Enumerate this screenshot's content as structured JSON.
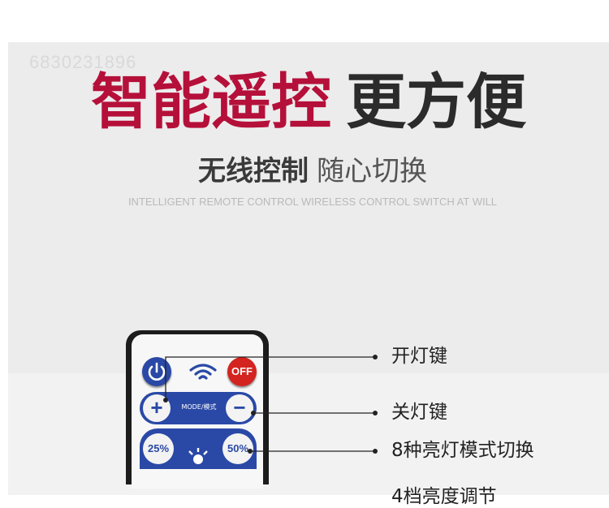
{
  "watermark": "6830231896",
  "headline": {
    "red": "智能遥控",
    "dark": "更方便"
  },
  "subhead": {
    "bold": "无线控制",
    "normal": "随心切换"
  },
  "tagline": "INTELLIGENT REMOTE CONTROL WIRELESS CONTROL SWITCH AT WILL",
  "remote": {
    "off_label": "OFF",
    "mode_label": "MODE/模式",
    "plus": "+",
    "minus": "−",
    "pct_left": "25%",
    "pct_right": "50%",
    "icons": [
      "power-icon",
      "wifi-icon",
      "sun-icon"
    ],
    "colors": {
      "blue": "#2a49a6",
      "red": "#d4241f",
      "body": "#1c1c1c"
    }
  },
  "callouts": [
    {
      "label": "开灯键"
    },
    {
      "label": "关灯键"
    },
    {
      "label": "8种亮灯模式切换"
    },
    {
      "label": "4档亮度调节"
    }
  ],
  "colors": {
    "headline_red": "#b5103a",
    "headline_dark": "#2b2b2b"
  }
}
